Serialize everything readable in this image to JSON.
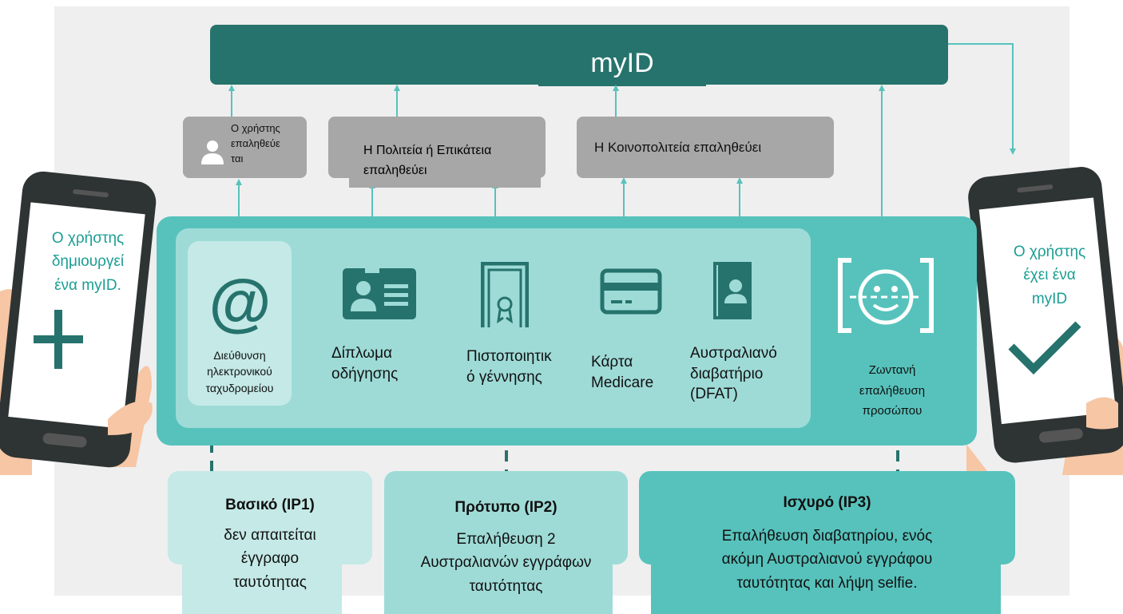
{
  "header": {
    "title": "myID"
  },
  "phones": {
    "left_text": [
      "Ο χρήστης",
      "δημιουργεί",
      "ένα myID."
    ],
    "right_text": [
      "Ο χρήστης",
      "έχει ένα",
      "myID"
    ]
  },
  "verifiers": [
    {
      "lines": [
        "Ο χρήστης",
        "επαληθεύε",
        "ται"
      ]
    },
    {
      "lines": [
        "Η Πολιτεία ή Επικάτεια",
        "επαληθεύει"
      ]
    },
    {
      "lines": [
        "Η Κοινοπολιτεία επαληθεύει"
      ]
    }
  ],
  "documents": [
    {
      "icon": "at-sign-icon",
      "lines": [
        "Διεύθυνση",
        "ηλεκτρονικού",
        "ταχυδρομείου"
      ]
    },
    {
      "icon": "id-card-icon",
      "lines": [
        "Δίπλωμα",
        "οδήγησης"
      ]
    },
    {
      "icon": "certificate-icon",
      "lines": [
        "Πιστοποιητικ",
        "ό γέννησης"
      ]
    },
    {
      "icon": "medicare-card-icon",
      "lines": [
        "Κάρτα",
        "Medicare"
      ]
    },
    {
      "icon": "passport-icon",
      "lines": [
        "Αυστραλιανό",
        "διαβατήριο",
        "(DFAT)"
      ]
    },
    {
      "icon": "face-scan-icon",
      "lines": [
        "Ζωντανή",
        "επαλήθευση",
        "προσώπου"
      ]
    }
  ],
  "levels": [
    {
      "title": "Βασικό (IP1)",
      "lines": [
        "δεν απαιτείται",
        "έγγραφο",
        "ταυτότητας"
      ]
    },
    {
      "title": "Πρότυπο (IP2)",
      "lines": [
        "Επαλήθευση 2",
        "Αυστραλιανών εγγράφων",
        "ταυτότητας"
      ]
    },
    {
      "title": "Ισχυρό (IP3)",
      "lines": [
        "Επαλήθευση διαβατηρίου, ενός",
        "ακόμη Αυστραλιανού εγγράφου",
        "ταυτότητας και λήψη selfie."
      ]
    }
  ],
  "colors": {
    "dark_teal": "#26736d",
    "teal": "#57c2bc",
    "light_teal": "#9edbd7",
    "grey": "#a7a7a7",
    "text_teal": "#1a9e93"
  }
}
